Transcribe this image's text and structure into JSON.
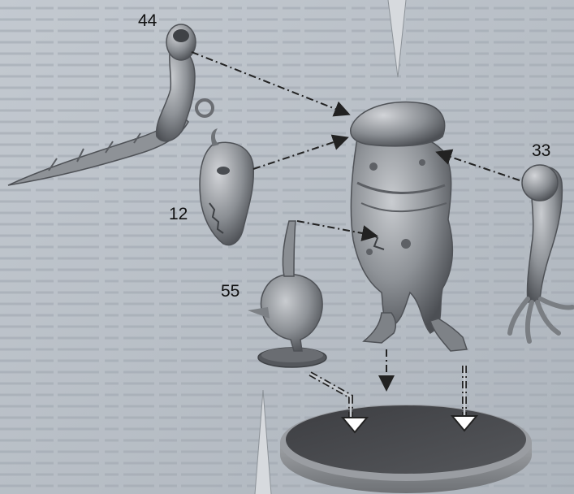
{
  "labels": {
    "part_44": "44",
    "part_12": "12",
    "part_33": "33",
    "part_55": "55"
  },
  "colors": {
    "paper": "#b9c0c8",
    "model": "#8d9197",
    "model_dark": "#55585d",
    "model_light": "#c4c7cb",
    "arrow": "#222222",
    "base_top": "#4a4b4f",
    "base_rim": "#8e9196"
  }
}
